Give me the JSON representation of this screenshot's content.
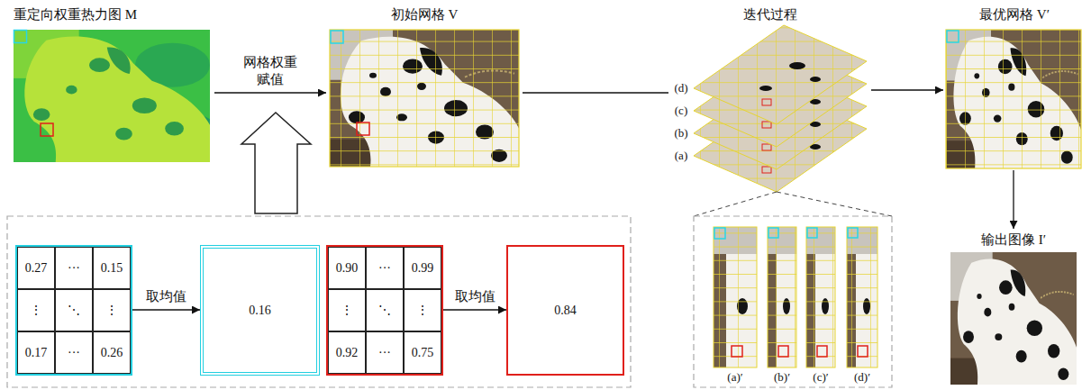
{
  "diagram": {
    "nodes": [
      {
        "text": [
          "重定向权重热力图 M"
        ]
      },
      {
        "text": [
          "初始网格 V"
        ]
      },
      {
        "text": [
          "迭代过程"
        ]
      },
      {
        "text": [
          "最优网格 V′"
        ]
      },
      {
        "text": [
          "输出图像 I′"
        ]
      },
      {
        "text": [
          "0.27",
          "···",
          "0.15",
          "⋮",
          "⋱",
          "⋮",
          "0.17",
          "···",
          "0.26"
        ]
      },
      {
        "text": [
          "0.16"
        ]
      },
      {
        "text": [
          "0.90",
          "···",
          "0.99",
          "⋮",
          "⋱",
          "⋮",
          "0.92",
          "···",
          "0.75"
        ]
      },
      {
        "text": [
          "0.84"
        ]
      }
    ],
    "edges": [
      {
        "from": 0,
        "to": 1,
        "arrow": "to",
        "label": "网格权重 赋值"
      },
      {
        "from": 1,
        "to": 2,
        "arrow": "none"
      },
      {
        "from": 2,
        "to": 3,
        "arrow": "to"
      },
      {
        "from": 3,
        "to": 4,
        "arrow": "to"
      },
      {
        "from": 5,
        "to": 6,
        "arrow": "to",
        "label": "取均值"
      },
      {
        "from": 7,
        "to": 8,
        "arrow": "to",
        "label": "取均值"
      }
    ],
    "labels": [
      "(d)",
      "(c)",
      "(b)",
      "(a)",
      "(a)′",
      "(b)′",
      "(c)′",
      "(d)′"
    ]
  }
}
